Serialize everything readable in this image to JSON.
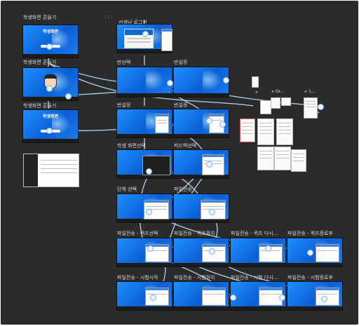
{
  "labels": {
    "student_shake_1": "학생화면 흔들기",
    "student_shake_2": "학생화면 흔들기",
    "student_shake_3": "학생화면 흔들기",
    "teacher_login": "선생님 로그인",
    "class_select": "반선택",
    "class_settings_1": "반설정",
    "class_settings_2": "반설정",
    "class_settings_3": "반설정",
    "student_screen_select": "학생 화면선택",
    "feedback_select": "피드백선택",
    "group_select": "단체 선택",
    "file_send": "파일전송",
    "file_send_quiz_select": "파일전송 - 퀴즈선택",
    "file_send_quiz_stop": "파일전송 - 퀴즈정지",
    "file_send_quiz_retry": "파일전송 - 퀴즈 다시...",
    "file_send_quiz_end": "파일전송 - 퀴즈종료후",
    "file_send_exam_start": "파일전송 - 시험시작",
    "file_send_exam_stop": "파일전송 - 시험정지",
    "file_send_exam_retry": "파일전송 - 시험 다시...",
    "file_send_exam_end": "파일전송 - 시험종료후",
    "side_gr": "Gr...",
    "side_l": "L..."
  },
  "student_screen_banner": "학생화면",
  "colors": {
    "canvas": "#2b2b2b",
    "desktop_blue": "#0a5fd6",
    "wire": "#bfe0ff",
    "accent": "#d06be0"
  }
}
